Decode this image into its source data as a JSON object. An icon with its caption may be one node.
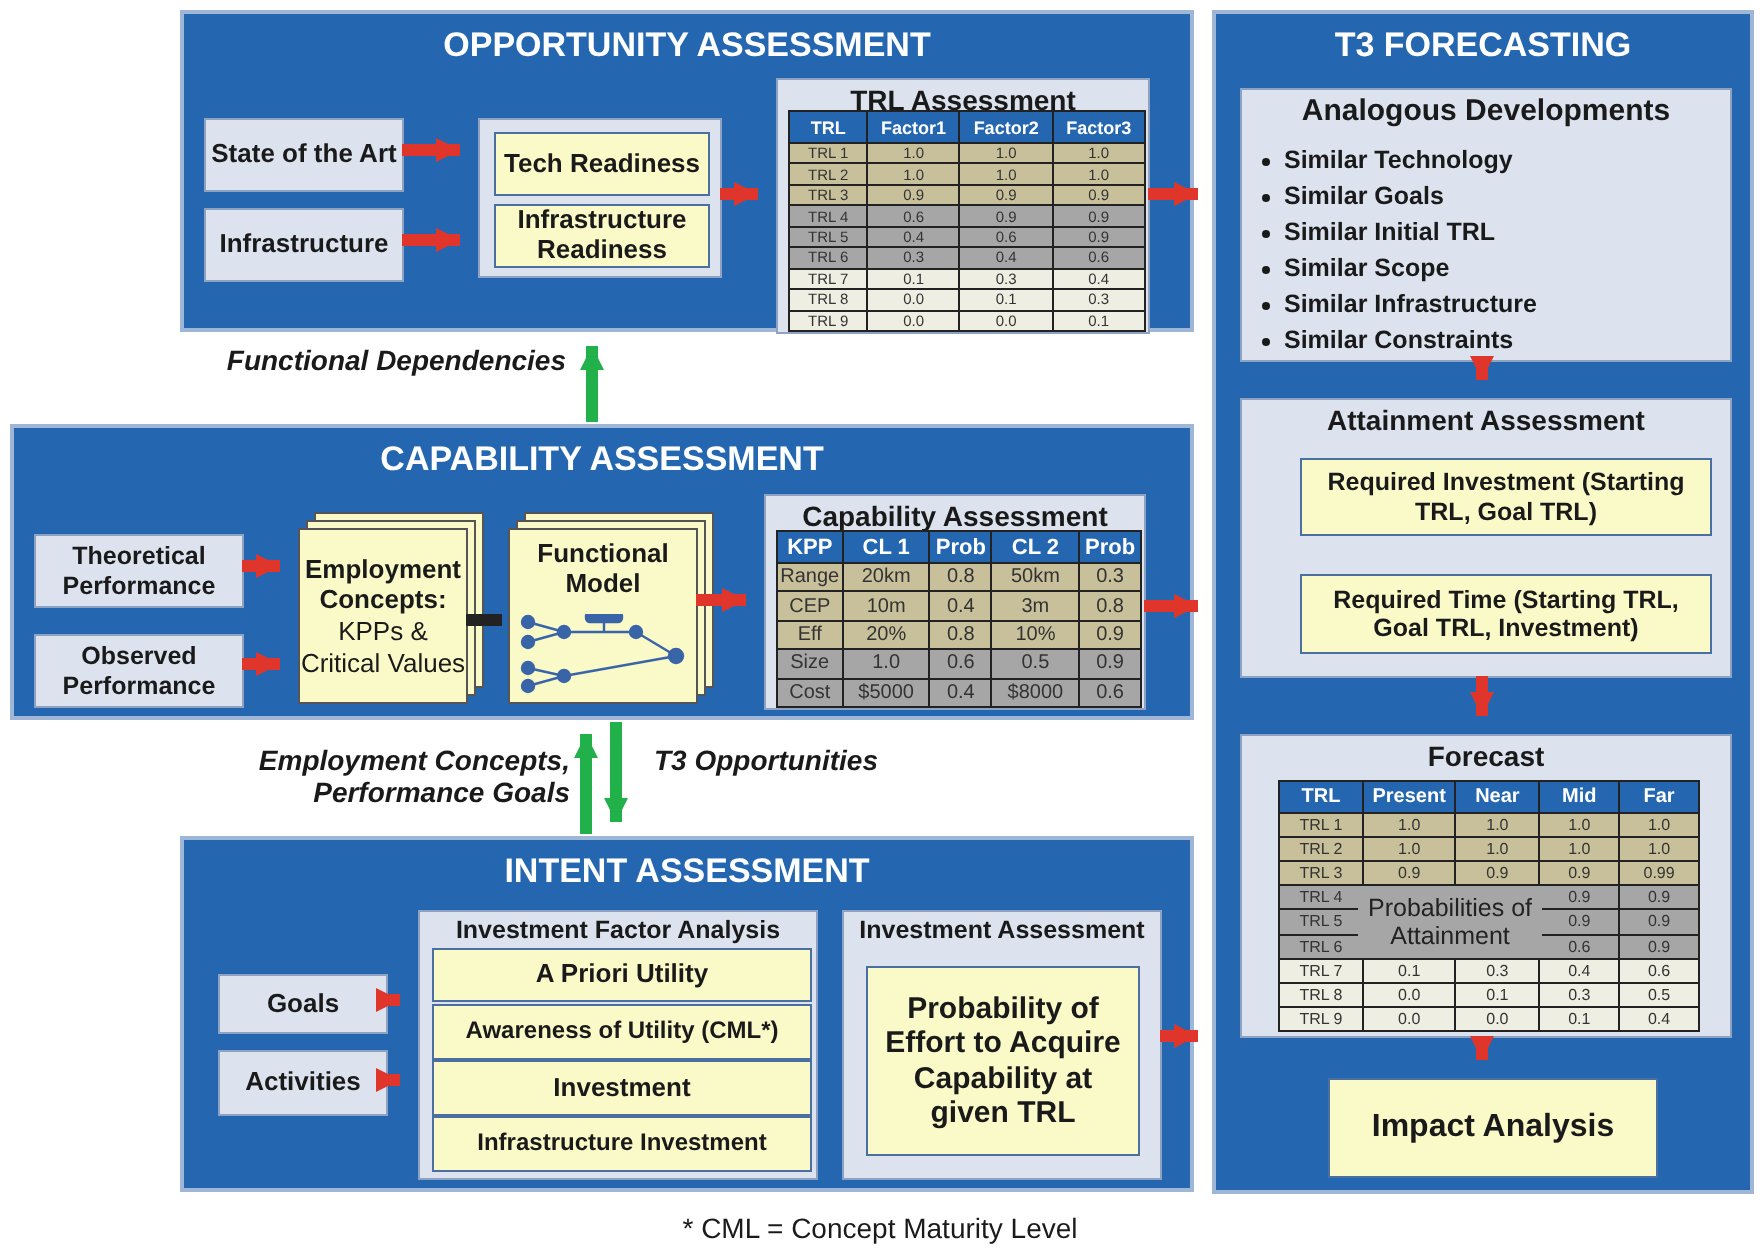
{
  "diagram": {
    "caption": "* CML = Concept Maturity Level",
    "nodes": [
      {
        "text": [
          "OPPORTUNITY ASSESSMENT"
        ]
      },
      {
        "text": [
          "State of the Art"
        ],
        "in": 0
      },
      {
        "text": [
          "Infrastructure"
        ],
        "in": 0
      },
      {
        "text": [],
        "shape": "box",
        "in": 0
      },
      {
        "text": [
          "Tech Readiness"
        ],
        "in": 3
      },
      {
        "text": [
          "Infrastructure Readiness"
        ],
        "in": 3
      },
      {
        "text": [
          "TRL Assessment"
        ],
        "in": 0
      },
      {
        "text": [
          "T3 FORECASTING"
        ]
      },
      {
        "text": [
          "Analogous Developments",
          "Similar Technology",
          "Similar Goals",
          "Similar Initial TRL",
          "Similar Scope",
          "Similar Infrastructure",
          "Similar Constraints"
        ],
        "in": 7
      },
      {
        "text": [
          "Attainment Assessment"
        ],
        "in": 7
      },
      {
        "text": [
          "Required Investment (Starting TRL, Goal TRL)"
        ],
        "in": 9
      },
      {
        "text": [
          "Required Time (Starting TRL, Goal TRL, Investment)"
        ],
        "in": 9
      },
      {
        "text": [
          "Forecast"
        ],
        "in": 7
      },
      {
        "text": [
          "Probabilities of Attainment"
        ],
        "in": 12
      },
      {
        "text": [
          "Impact Analysis"
        ],
        "in": 7
      },
      {
        "text": [
          "CAPABILITY ASSESSMENT"
        ]
      },
      {
        "text": [
          "Theoretical Performance"
        ],
        "in": 15
      },
      {
        "text": [
          "Observed Performance"
        ],
        "in": 15
      },
      {
        "text": [
          "Employment Concepts:",
          "KPPs & Critical Values"
        ],
        "in": 15
      },
      {
        "text": [
          "Functional Model"
        ],
        "in": 15
      },
      {
        "text": [
          "Capability Assessment"
        ],
        "in": 15
      },
      {
        "text": [
          "INTENT ASSESSMENT"
        ]
      },
      {
        "text": [
          "Goals"
        ],
        "in": 21
      },
      {
        "text": [
          "Activities"
        ],
        "in": 21
      },
      {
        "text": [
          "Investment  Factor Analysis"
        ],
        "in": 21
      },
      {
        "text": [
          "A Priori Utility"
        ],
        "in": 24
      },
      {
        "text": [
          "Awareness of Utility (CML*)"
        ],
        "in": 24
      },
      {
        "text": [
          "Investment"
        ],
        "in": 24
      },
      {
        "text": [
          "Infrastructure Investment"
        ],
        "in": 24
      },
      {
        "text": [
          "Investment Assessment"
        ],
        "in": 21
      },
      {
        "text": [
          "Probability of Effort to Acquire Capability at given TRL"
        ],
        "in": 29
      }
    ],
    "edges": [
      {
        "from": 1,
        "to": 3,
        "arrow": "to"
      },
      {
        "from": 2,
        "to": 3,
        "arrow": "to"
      },
      {
        "from": 3,
        "to": 6,
        "arrow": "to"
      },
      {
        "from": 6,
        "to": 7,
        "arrow": "to"
      },
      {
        "from": 8,
        "to": 9,
        "arrow": "to"
      },
      {
        "from": 9,
        "to": 12,
        "arrow": "to"
      },
      {
        "from": 12,
        "to": 14,
        "arrow": "to"
      },
      {
        "from": 16,
        "to": 18,
        "arrow": "to"
      },
      {
        "from": 17,
        "to": 18,
        "arrow": "to"
      },
      {
        "from": 18,
        "to": 19,
        "arrow": "none",
        "color": "#222222"
      },
      {
        "from": 19,
        "to": 20,
        "arrow": "to"
      },
      {
        "from": 20,
        "to": 7,
        "arrow": "to"
      },
      {
        "from": 22,
        "to": 24,
        "arrow": "to"
      },
      {
        "from": 23,
        "to": 24,
        "arrow": "to"
      },
      {
        "from": 29,
        "to": 7,
        "arrow": "to"
      },
      {
        "from": 15,
        "to": 0,
        "arrow": "to",
        "label": "Functional Dependencies",
        "color": "#22b04b"
      },
      {
        "from": 21,
        "to": 15,
        "arrow": "to",
        "label": "Employment Concepts, Performance Goals",
        "color": "#22b04b"
      },
      {
        "from": 15,
        "to": 21,
        "arrow": "to",
        "label": "T3 Opportunities",
        "color": "#22b04b"
      }
    ],
    "labels": [
      "TRL",
      "Factor1",
      "Factor2",
      "Factor3",
      "TRL 1",
      "1.0",
      "1.0",
      "1.0",
      "TRL 2",
      "1.0",
      "1.0",
      "1.0",
      "TRL 3",
      "0.9",
      "0.9",
      "0.9",
      "TRL 4",
      "0.6",
      "0.9",
      "0.9",
      "TRL 5",
      "0.4",
      "0.6",
      "0.9",
      "TRL 6",
      "0.3",
      "0.4",
      "0.6",
      "TRL 7",
      "0.1",
      "0.3",
      "0.4",
      "TRL 8",
      "0.0",
      "0.1",
      "0.3",
      "TRL 9",
      "0.0",
      "0.0",
      "0.1",
      "KPP",
      "CL 1",
      "Prob",
      "CL 2",
      "Prob",
      "Range",
      "20km",
      "0.8",
      "50km",
      "0.3",
      "CEP",
      "10m",
      "0.4",
      "3m",
      "0.8",
      "Eff",
      "20%",
      "0.8",
      "10%",
      "0.9",
      "Size",
      "1.0",
      "0.6",
      "0.5",
      "0.9",
      "Cost",
      "$5000",
      "0.4",
      "$8000",
      "0.6",
      "TRL",
      "Present",
      "Near",
      "Mid",
      "Far",
      "TRL 1",
      "1.0",
      "1.0",
      "1.0",
      "1.0",
      "TRL 2",
      "1.0",
      "1.0",
      "1.0",
      "1.0",
      "TRL 3",
      "0.9",
      "0.9",
      "0.9",
      "0.99",
      "TRL 4",
      "0.9",
      "0.9",
      "TRL 5",
      "0.9",
      "0.9",
      "TRL 6",
      "0.6",
      "0.9",
      "TRL 7",
      "0.1",
      "0.3",
      "0.4",
      "0.6",
      "TRL 8",
      "0.0",
      "0.1",
      "0.3",
      "0.5",
      "TRL 9",
      "0.0",
      "0.0",
      "0.1",
      "0.4"
    ]
  }
}
